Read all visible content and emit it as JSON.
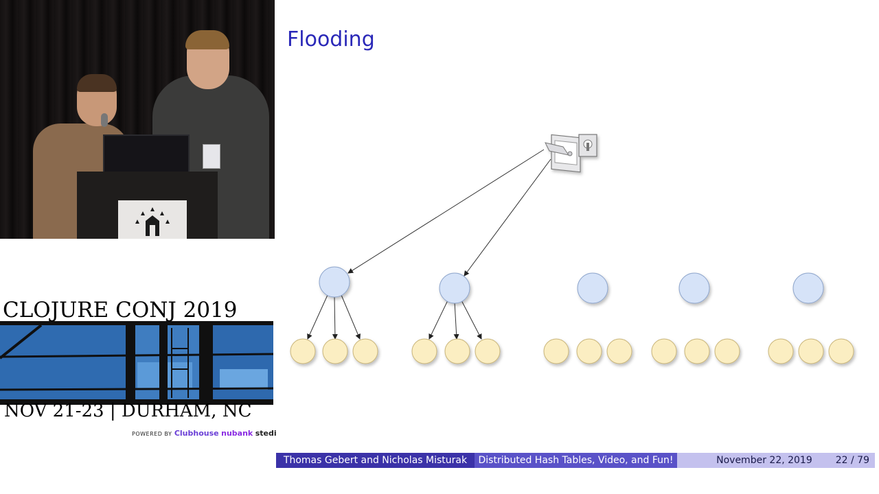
{
  "slide": {
    "title": "Flooding"
  },
  "footer": {
    "authors": "Thomas Gebert and Nicholas Misturak",
    "talk_title": "Distributed Hash Tables, Video, and Fun!",
    "date": "November 22, 2019",
    "page": "22 / 79"
  },
  "conference": {
    "name": "CLOJURE CONJ 2019",
    "dates": "NOV 21-23 | DURHAM, NC",
    "powered_by": "POWERED BY",
    "sponsors": [
      "Clubhouse",
      "nubank",
      "stedi"
    ]
  },
  "icons": {
    "computer": "desktop-computer-icon",
    "node": "circle-node"
  },
  "colors": {
    "title": "#2a28b8",
    "footer_dark": "#3b32a8",
    "footer_mid": "#5a52c8",
    "footer_light": "#c4c1ee",
    "node_blue": "#d6e3f8",
    "node_yellow": "#fbeec2"
  }
}
